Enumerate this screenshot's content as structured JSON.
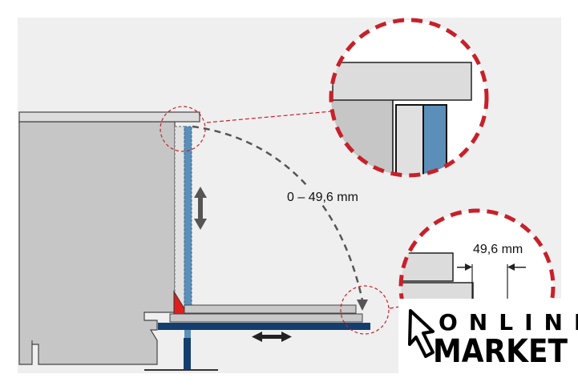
{
  "labels": {
    "range": "0 – 49,6 mm",
    "offset": "49,6 mm"
  },
  "logo": {
    "line1": "ONLINE",
    "line2": "MARKET"
  },
  "colors": {
    "background": "#efefef",
    "accent_red": "#c8202a",
    "panel_blue": "#5b8fb9",
    "navy": "#143e6e",
    "gray": "#c6c6c6"
  }
}
